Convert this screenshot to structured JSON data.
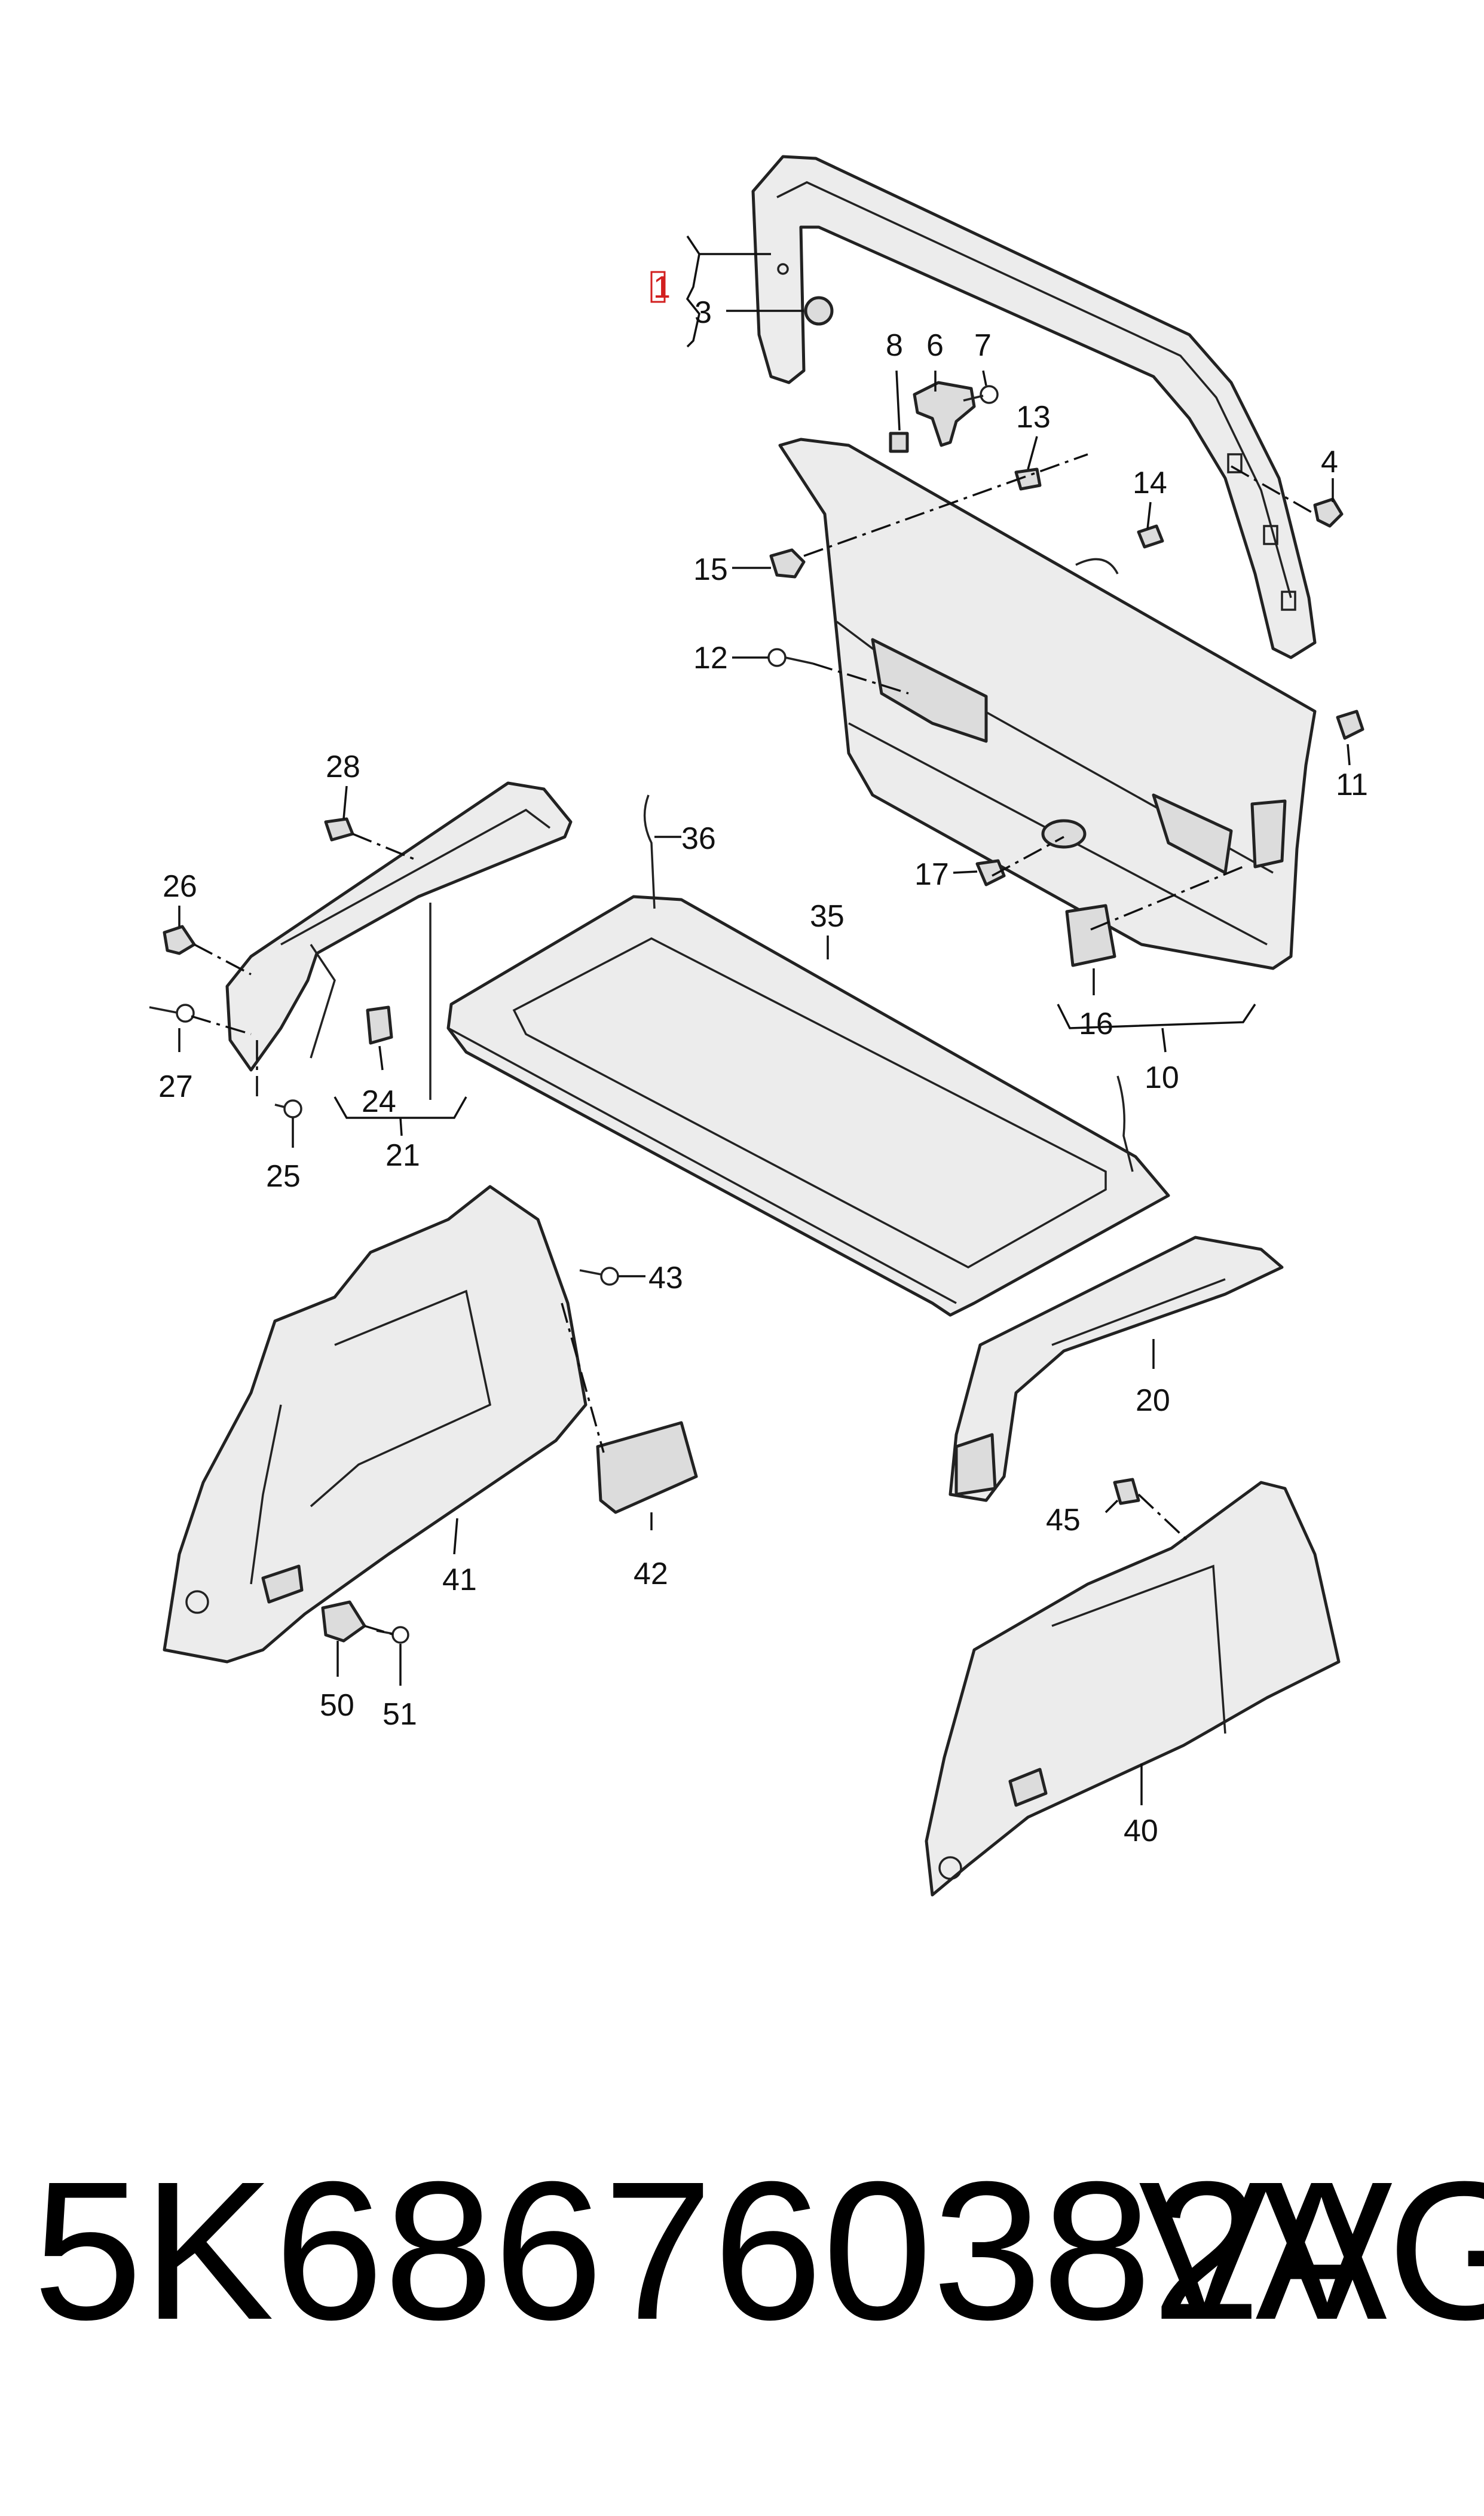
{
  "diagram": {
    "callouts": {
      "c1": "1",
      "c3": "3",
      "c4": "4",
      "c6": "6",
      "c7": "7",
      "c8": "8",
      "c10": "10",
      "c11": "11",
      "c12": "12",
      "c13": "13",
      "c14": "14",
      "c15": "15",
      "c16": "16",
      "c17": "17",
      "c20": "20",
      "c21": "21",
      "c24": "24",
      "c25": "25",
      "c26": "26",
      "c27": "27",
      "c28": "28",
      "c35": "35",
      "c36": "36",
      "c40": "40",
      "c41": "41",
      "c42": "42",
      "c43": "43",
      "c45": "45",
      "c50": "50",
      "c51": "51"
    },
    "highlight_color": "#d21f1f"
  },
  "footer": {
    "part_number": "5K686760382V",
    "brand": "VAG"
  }
}
